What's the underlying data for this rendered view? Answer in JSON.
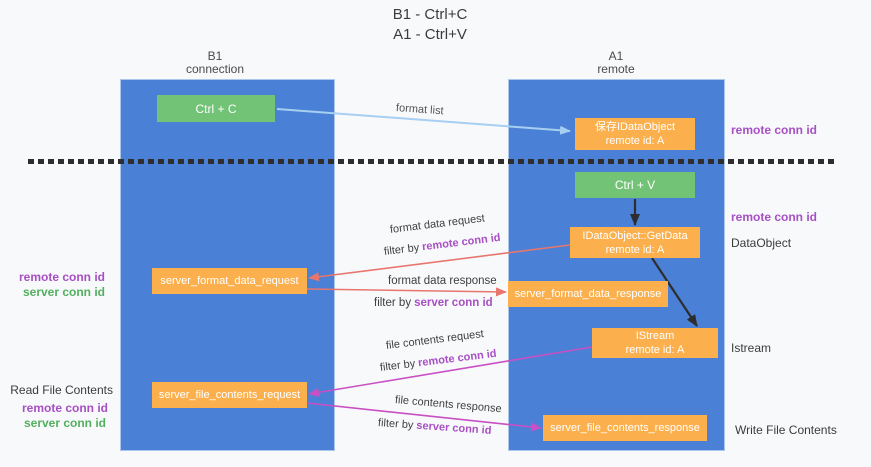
{
  "title": {
    "line1": "B1 - Ctrl+C",
    "line2": "A1 - Ctrl+V"
  },
  "lanes": {
    "left": {
      "name": "B1",
      "role": "connection"
    },
    "right": {
      "name": "A1",
      "role": "remote"
    }
  },
  "nodes": {
    "ctrl_c": {
      "label": "Ctrl + C"
    },
    "ctrl_v": {
      "label": "Ctrl + V"
    },
    "save_dataobject": {
      "line1": "保存IDataObject",
      "line2": "remote id: A"
    },
    "getdata": {
      "line1": "IDataObject::GetData",
      "line2": "remote id: A"
    },
    "istream": {
      "line1": "IStream",
      "line2": "remote id: A"
    },
    "server_format_data_request": {
      "label": "server_format_data_request"
    },
    "server_format_data_response": {
      "label": "server_format_data_response"
    },
    "server_file_contents_request": {
      "label": "server_file_contents_request"
    },
    "server_file_contents_response": {
      "label": "server_file_contents_response"
    }
  },
  "flow_labels": {
    "format_list": "format list",
    "format_data_request": "format data request",
    "format_data_response": "format data response",
    "file_contents_request": "file contents request",
    "file_contents_response": "file contents response",
    "filter_by": "filter by",
    "remote_conn_id": "remote conn id",
    "server_conn_id": "server conn id"
  },
  "side_labels": {
    "remote_conn_id": "remote conn id",
    "server_conn_id": "server conn id",
    "dataobject": "DataObject",
    "istream": "Istream",
    "read_file_contents": "Read File Contents",
    "write_file_contents": "Write File Contents"
  },
  "colors": {
    "lane_blue": "#4a80d5",
    "node_green": "#73c377",
    "node_orange": "#fbb04d",
    "purple_text": "#a84fc4",
    "green_text": "#53b05e",
    "arrow_blue": "#a6cff2",
    "arrow_red": "#e8766e",
    "arrow_magenta": "#c94fc4",
    "arrow_black": "#2d2d2d",
    "divider_black": "#2e2e2e"
  }
}
